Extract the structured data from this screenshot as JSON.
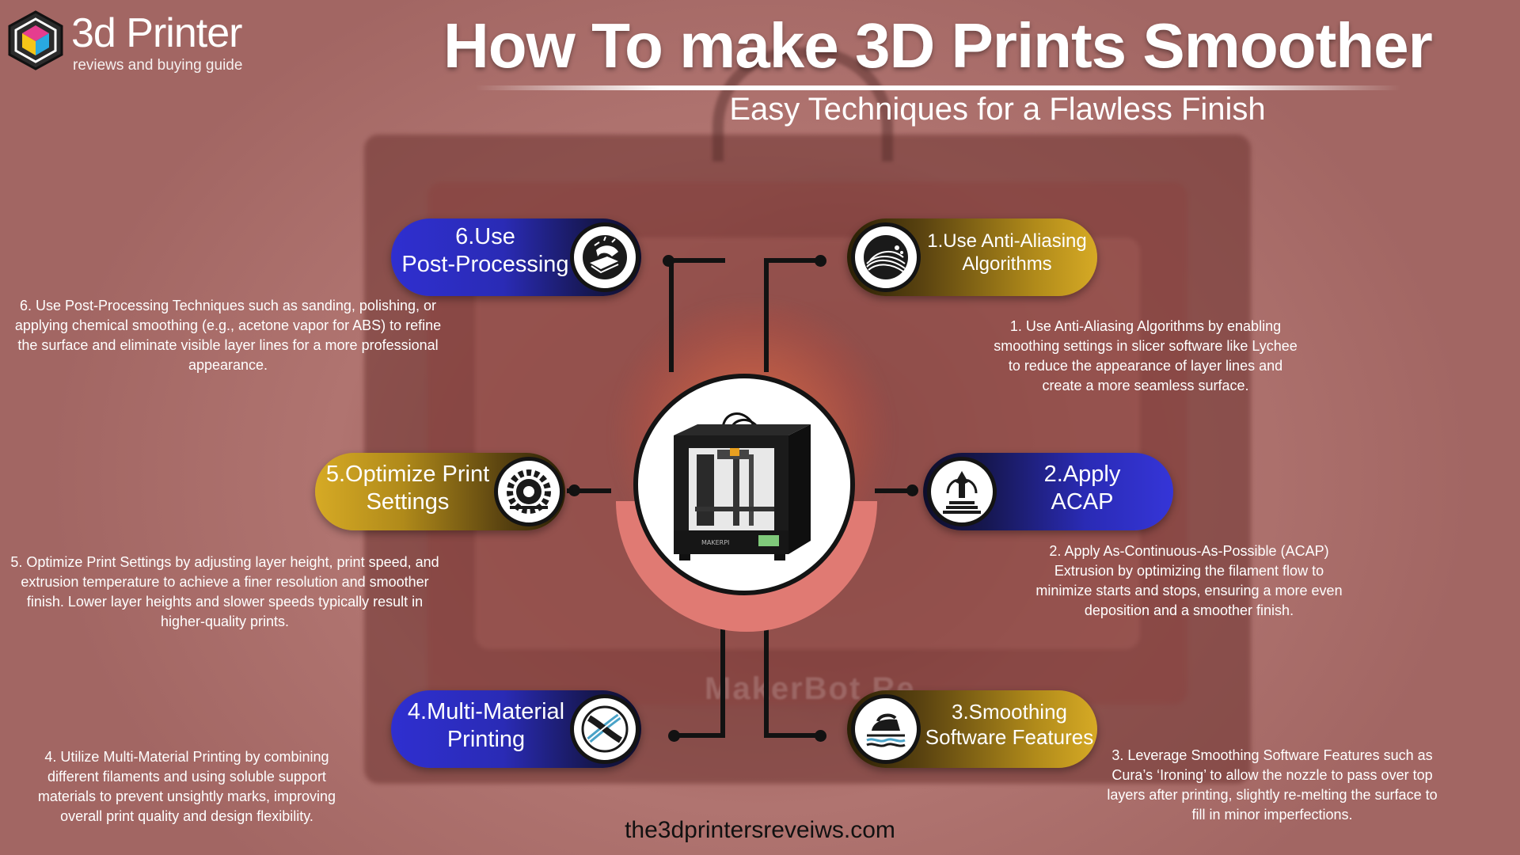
{
  "brand": {
    "logo_title": "3d Printer",
    "logo_subtitle": "reviews and buying guide"
  },
  "header": {
    "title": "How To make 3D Prints Smoother",
    "subtitle": "Easy Techniques for a Flawless Finish"
  },
  "background_text": "MakerBot Re",
  "steps": [
    {
      "label_line1": "1.Use Anti-Aliasing",
      "label_line2": "Algorithms",
      "description": "1. Use Anti-Aliasing Algorithms by enabling smoothing settings in slicer software like Lychee to reduce the appearance of layer lines and create a more seamless surface.",
      "icon": "wave-sphere-icon"
    },
    {
      "label_line1": "2.Apply",
      "label_line2": "ACAP",
      "description": "2. Apply As-Continuous-As-Possible (ACAP) Extrusion by optimizing the filament flow to minimize starts and stops, ensuring a more even deposition and a smoother finish.",
      "icon": "nozzle-extrusion-icon"
    },
    {
      "label_line1": "3.Smoothing",
      "label_line2": "Software Features",
      "description": "3. Leverage Smoothing Software Features such as Cura’s ‘Ironing’ to allow the nozzle to pass over top layers after printing, slightly re-melting the surface to fill in minor imperfections.",
      "icon": "iron-icon"
    },
    {
      "label_line1": "4.Multi-Material",
      "label_line2": "Printing",
      "description": "4. Utilize Multi-Material Printing by combining different filaments and using soluble support materials to prevent unsightly marks, improving overall print quality and design flexibility.",
      "icon": "twisted-filament-icon"
    },
    {
      "label_line1": "5.Optimize Print",
      "label_line2": "Settings",
      "description": "5. Optimize Print Settings by adjusting layer height, print speed, and extrusion temperature to achieve a finer resolution and smoother finish. Lower layer heights and slower speeds typically result in higher-quality prints.",
      "icon": "gear-settings-icon"
    },
    {
      "label_line1": "6.Use",
      "label_line2": "Post-Processing",
      "description": "6. Use Post-Processing Techniques such as sanding, polishing, or applying chemical smoothing (e.g., acetone vapor for ABS) to refine the surface and eliminate visible layer lines for a more professional appearance.",
      "icon": "sanding-hand-icon"
    }
  ],
  "center": {
    "icon": "3d-printer-icon",
    "printer_brand": "MAKERPI"
  },
  "footer": {
    "url": "the3dprintersreveiws.com"
  },
  "colors": {
    "background": "#a8696a",
    "pill_blue": "#2a2bb5",
    "pill_gold": "#c9a020",
    "ring": "#e07a73",
    "text": "#ffffff"
  }
}
